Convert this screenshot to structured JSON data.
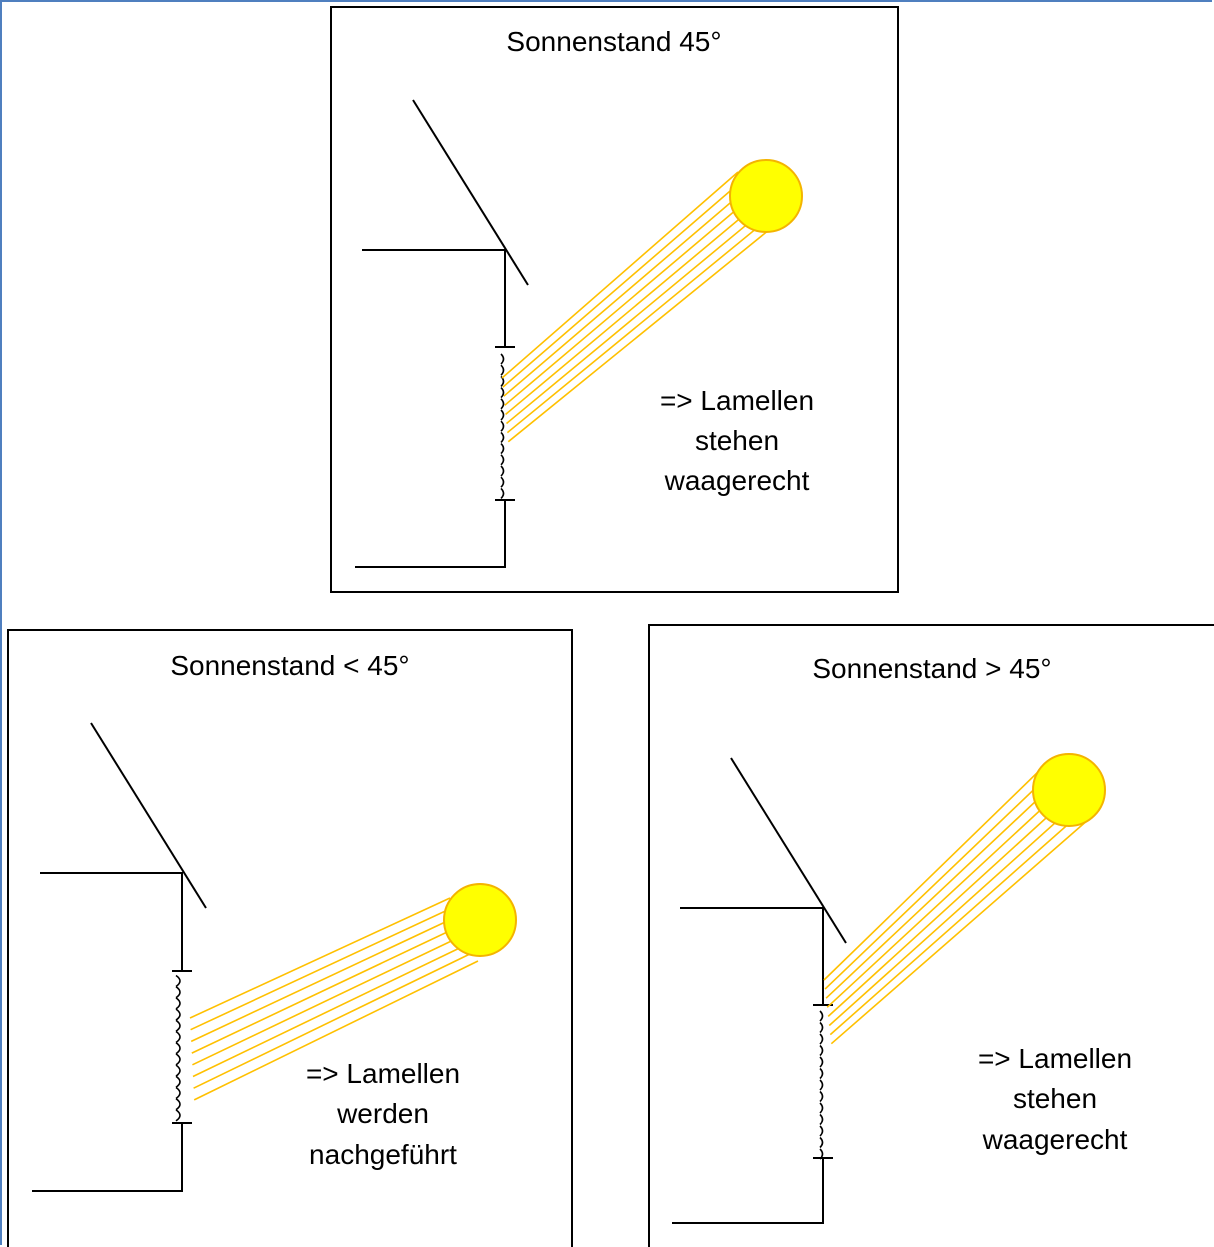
{
  "panels": [
    {
      "title": "Sonnenstand 45°",
      "note_lines": [
        "=> Lamellen",
        "stehen",
        "waagerecht"
      ],
      "sun_icon": "sun-icon",
      "colors": {
        "sun_fill": "#ffff00",
        "sun_stroke": "#f4b400",
        "rays": "#ffc000"
      }
    },
    {
      "title": "Sonnenstand < 45°",
      "note_lines": [
        "=> Lamellen",
        "werden",
        "nachgeführt"
      ],
      "sun_icon": "sun-icon",
      "colors": {
        "sun_fill": "#ffff00",
        "sun_stroke": "#f4b400",
        "rays": "#ffc000"
      }
    },
    {
      "title": "Sonnenstand > 45°",
      "note_lines": [
        "=> Lamellen",
        "stehen",
        "waagerecht"
      ],
      "sun_icon": "sun-icon",
      "colors": {
        "sun_fill": "#ffff00",
        "sun_stroke": "#f4b400",
        "rays": "#ffc000"
      }
    }
  ]
}
